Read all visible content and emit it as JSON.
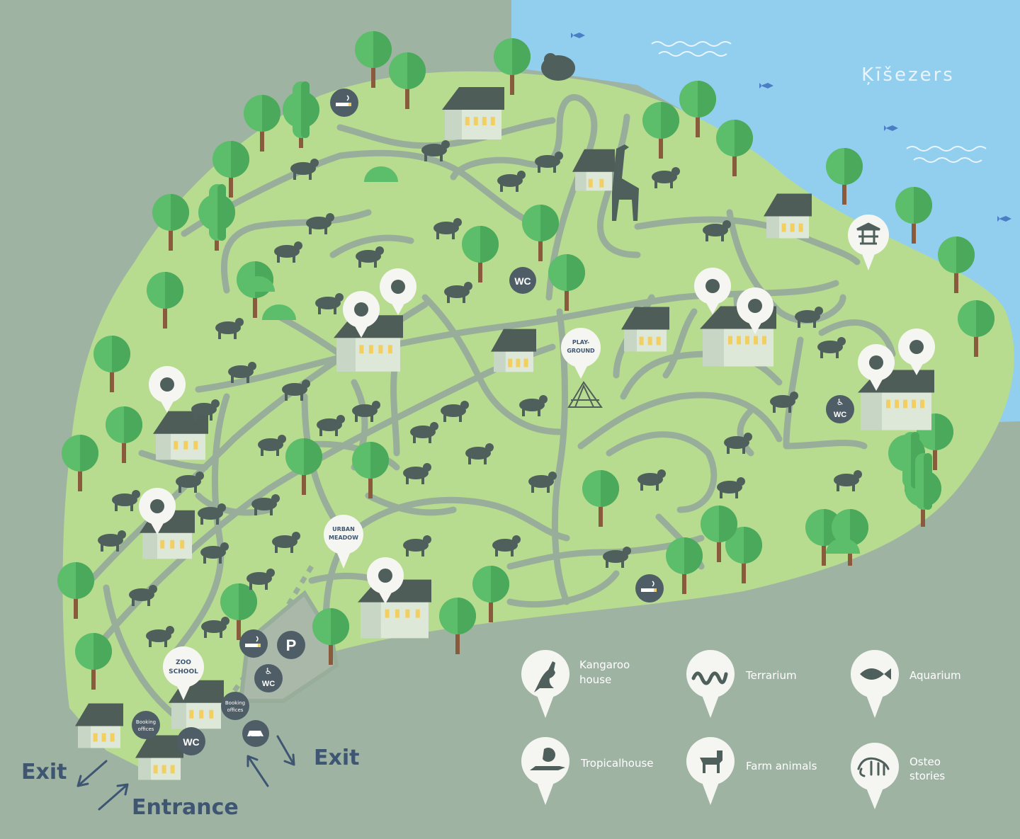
{
  "lake": {
    "name": "Ķīšezers"
  },
  "bubbles": {
    "wc": "WC",
    "parking": "P",
    "playground": [
      "PLAY-",
      "GROUND"
    ],
    "urban_meadow": [
      "URBAN",
      "MEADOW"
    ],
    "zoo_school": [
      "ZOO",
      "SCHOOL"
    ],
    "booking_offices": [
      "Booking",
      "offices"
    ]
  },
  "navigation": {
    "exit_left": "Exit",
    "exit_right": "Exit",
    "entrance": "Entrance"
  },
  "legend": [
    {
      "icon": "kangaroo-icon",
      "lines": [
        "Kangaroo",
        "house"
      ]
    },
    {
      "icon": "snake-icon",
      "lines": [
        "Terrarium"
      ]
    },
    {
      "icon": "fish-icon",
      "lines": [
        "Aquarium"
      ]
    },
    {
      "icon": "crocodile-icon",
      "lines": [
        "Tropicalhouse"
      ]
    },
    {
      "icon": "lamb-icon",
      "lines": [
        "Farm animals"
      ]
    },
    {
      "icon": "mammoth-icon",
      "lines": [
        "Osteo",
        "stories"
      ]
    }
  ],
  "colors": {
    "outside": "#9fb3a3",
    "water": "#92cfee",
    "land": "#b8dc8f",
    "path": "#98ae9b",
    "dark_icon": "#4f5f5b",
    "tree_green": "#5cbd6a",
    "trunk": "#8a5a3c",
    "house_wall": "#dde8d9",
    "roof": "#4f5d58",
    "window": "#f3cf62",
    "label_blue": "#3f5673",
    "bubble_white": "#f5f6f2"
  }
}
